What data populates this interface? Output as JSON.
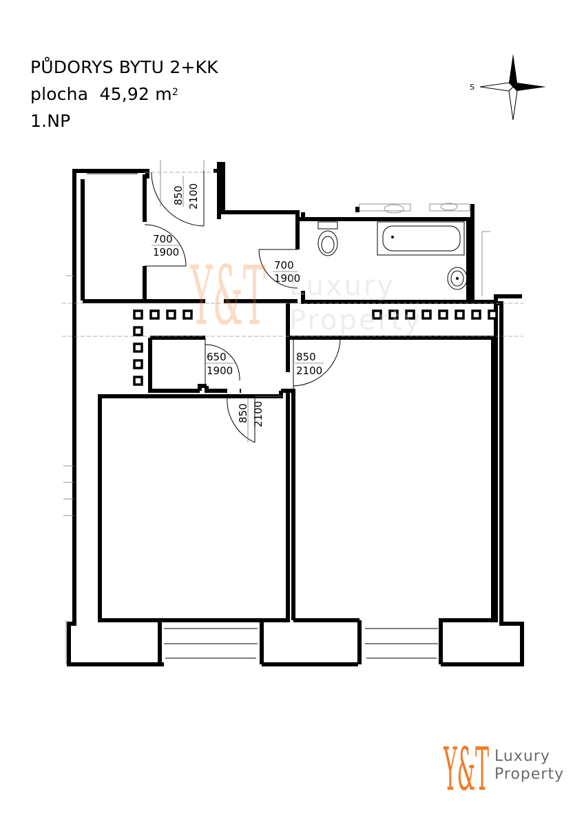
{
  "header": {
    "title": "PŮDORYS BYTU 2+KK",
    "area_label": "plocha",
    "area_value": "45,92 m",
    "area_superscript": "2",
    "floor": "1.NP"
  },
  "compass": {
    "label": "S"
  },
  "doors": [
    {
      "id": "door-entry-top",
      "width": "850",
      "height": "2100"
    },
    {
      "id": "door-storage",
      "width": "700",
      "height": "1900"
    },
    {
      "id": "door-wc-bath",
      "width": "700",
      "height": "1900"
    },
    {
      "id": "door-closet",
      "width": "650",
      "height": "1900"
    },
    {
      "id": "door-living-room",
      "width": "850",
      "height": "2100"
    },
    {
      "id": "door-bedroom",
      "width": "850",
      "height": "2100"
    }
  ],
  "watermark": {
    "text_line1": "Luxury",
    "text_line2": "Property",
    "monogram": "Y&T"
  },
  "logo": {
    "text_line1": "Luxury",
    "text_line2": "Property",
    "monogram": "Y&T"
  },
  "colors": {
    "brand_orange": "#f07c28",
    "wall": "#000000",
    "logo_text": "#6a6a6a"
  }
}
